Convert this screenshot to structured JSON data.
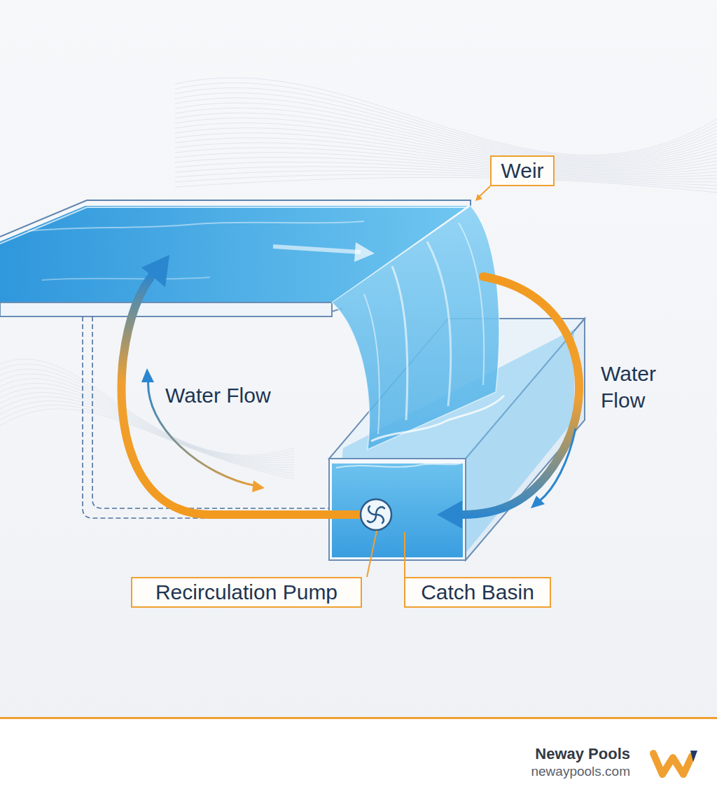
{
  "diagram": {
    "nodes": [
      {
        "text": [
          "Weir"
        ]
      },
      {
        "text": [
          "Recirculation Pump"
        ]
      },
      {
        "text": [
          "Catch Basin"
        ]
      }
    ],
    "labels": [
      "Water Flow",
      "Water Flow",
      "Neway Pools",
      "newaypools.com"
    ]
  }
}
